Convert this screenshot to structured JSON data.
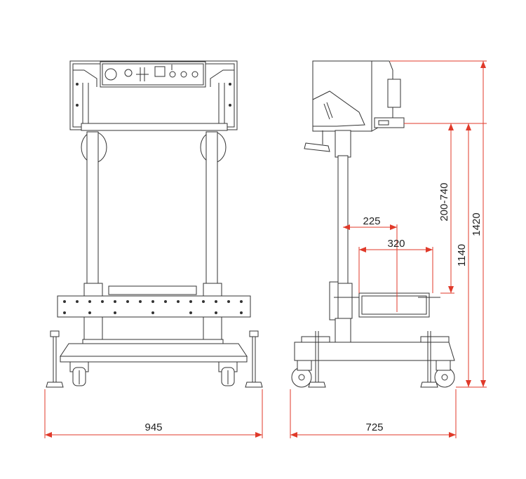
{
  "dimensions": {
    "front_width": "945",
    "side_depth": "725",
    "height_range": "200-740",
    "total_height": "1420",
    "table_height": "1140",
    "offset": "225",
    "table_width": "320"
  },
  "colors": {
    "dimension_line": "#e03a2a",
    "outline": "#333333"
  }
}
